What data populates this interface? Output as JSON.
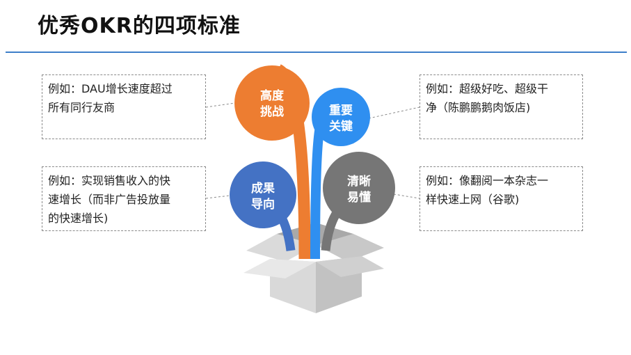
{
  "title": "优秀OKR的四项标准",
  "colors": {
    "accent": "#3d7ec9",
    "orange": "#ed7d31",
    "blue": "#2f8ff0",
    "dark_blue": "#4472c4",
    "gray": "#767676"
  },
  "criteria": [
    {
      "id": "challenge",
      "label_lines": [
        "高度",
        "挑战"
      ],
      "color": "#ed7d31",
      "example_lines": [
        "例如：DAU增长速度超过",
        "所有同行友商"
      ]
    },
    {
      "id": "important",
      "label_lines": [
        "重要",
        "关键"
      ],
      "color": "#2f8ff0",
      "example_lines": [
        "例如：超级好吃、超级干",
        "净（陈鹏鹏鹅肉饭店)"
      ]
    },
    {
      "id": "result",
      "label_lines": [
        "成果",
        "导向"
      ],
      "color": "#4472c4",
      "example_lines": [
        "例如：实现销售收入的快",
        "速增长（而非广告投放量",
        "的快速增长)"
      ]
    },
    {
      "id": "clear",
      "label_lines": [
        "清晰",
        "易懂"
      ],
      "color": "#767676",
      "example_lines": [
        "例如：像翻阅一本杂志一",
        "样快速上网（谷歌)"
      ]
    }
  ]
}
